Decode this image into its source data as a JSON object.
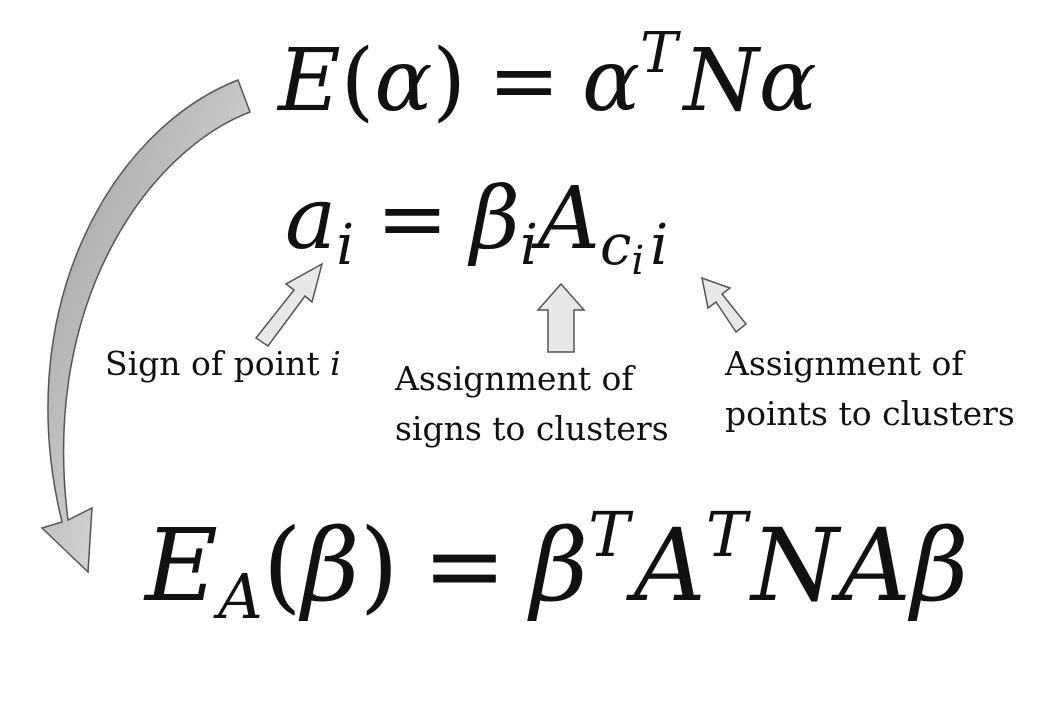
{
  "equations": {
    "energy": {
      "E": "E",
      "lp": "(",
      "alpha": "α",
      "rp": ")",
      "eq": "=",
      "alpha2": "α",
      "T": "T",
      "N": "N",
      "alpha3": "α"
    },
    "assignment": {
      "a": "a",
      "i": "i",
      "eq": "=",
      "beta": "β",
      "i2": "i",
      "A": "A",
      "c": "c",
      "i3": "i",
      "i4": "i"
    },
    "reduced": {
      "E": "E",
      "A_sub": "A",
      "lp": "(",
      "beta": "β",
      "rp": ")",
      "eq": "=",
      "beta2": "β",
      "T1": "T",
      "A": "A",
      "T2": "T",
      "N": "N",
      "A2": "A",
      "beta3": "β"
    }
  },
  "labels": {
    "sign_prefix": "Sign of point ",
    "sign_var": "i",
    "signs_line1": "Assignment of",
    "signs_line2": "signs to clusters",
    "points_line1": "Assignment of",
    "points_line2": "points to clusters"
  },
  "colors": {
    "arrow_fill": "#e6e6e6",
    "arrow_stroke": "#555555",
    "text": "#111111"
  }
}
